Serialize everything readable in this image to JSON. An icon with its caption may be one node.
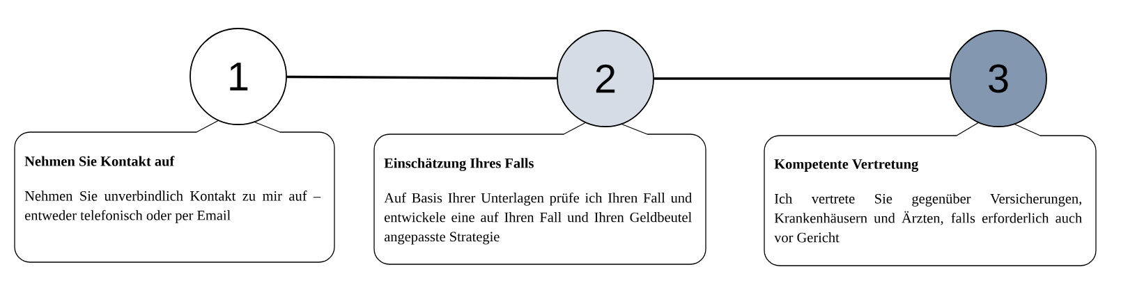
{
  "diagram": {
    "nodes": [
      {
        "text": [
          "1"
        ]
      },
      {
        "text": [
          "Nehmen Sie Kontakt auf",
          "Nehmen Sie unverbindlich Kontakt zu mir auf – entweder telefonisch oder per Email"
        ]
      },
      {
        "text": [
          "2"
        ]
      },
      {
        "text": [
          "Einschätzung Ihres Falls",
          "Auf Basis Ihrer Unterlagen prüfe ich Ihren Fall und entwickele eine auf Ihren Fall und Ihren Geldbeutel angepasste Strategie"
        ]
      },
      {
        "text": [
          "3"
        ]
      },
      {
        "text": [
          "Kompetente Vertretung",
          "Ich vertrete Sie gegenüber Versicherungen, Krankenhäusern und Ärzten, falls erforderlich auch vor Gericht"
        ]
      }
    ],
    "edges": [
      {
        "from": 0,
        "to": 2,
        "arrow": "none"
      },
      {
        "from": 2,
        "to": 4,
        "arrow": "none"
      }
    ]
  }
}
